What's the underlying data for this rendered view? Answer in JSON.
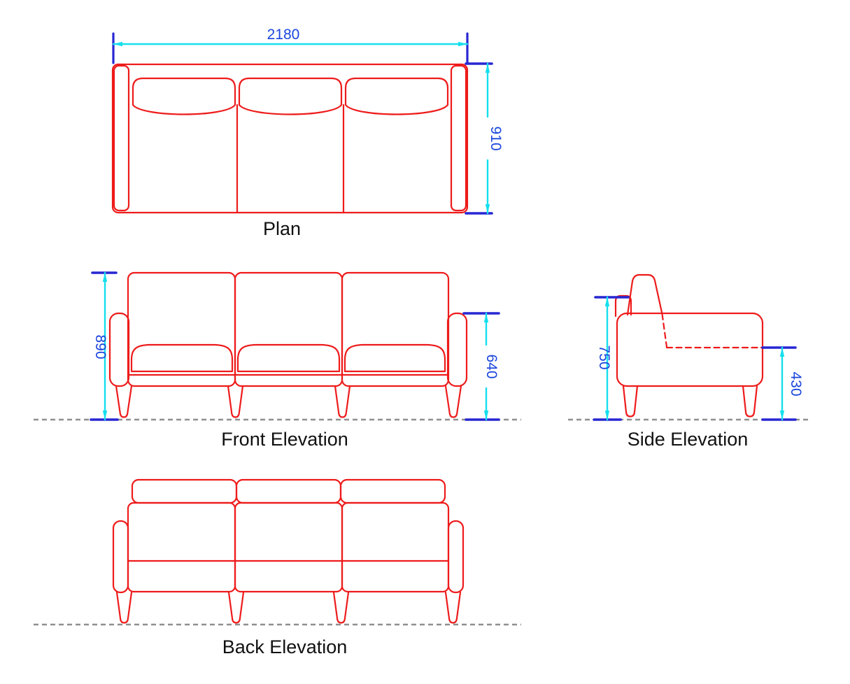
{
  "plan": {
    "label": "Plan",
    "width_dim": "2180",
    "depth_dim": "910"
  },
  "front": {
    "label": "Front Elevation",
    "overall_height_dim": "890",
    "arm_height_dim": "640"
  },
  "side": {
    "label": "Side Elevation",
    "back_height_dim": "750",
    "seat_height_dim": "430"
  },
  "back": {
    "label": "Back Elevation"
  },
  "colors": {
    "outline": "#ee1b1b",
    "dimension_line": "#14dfee",
    "extension_tick": "#2727d3",
    "dimension_text": "#1b46dd",
    "ground_line": "#8f8f8f",
    "label_text": "#111111"
  }
}
